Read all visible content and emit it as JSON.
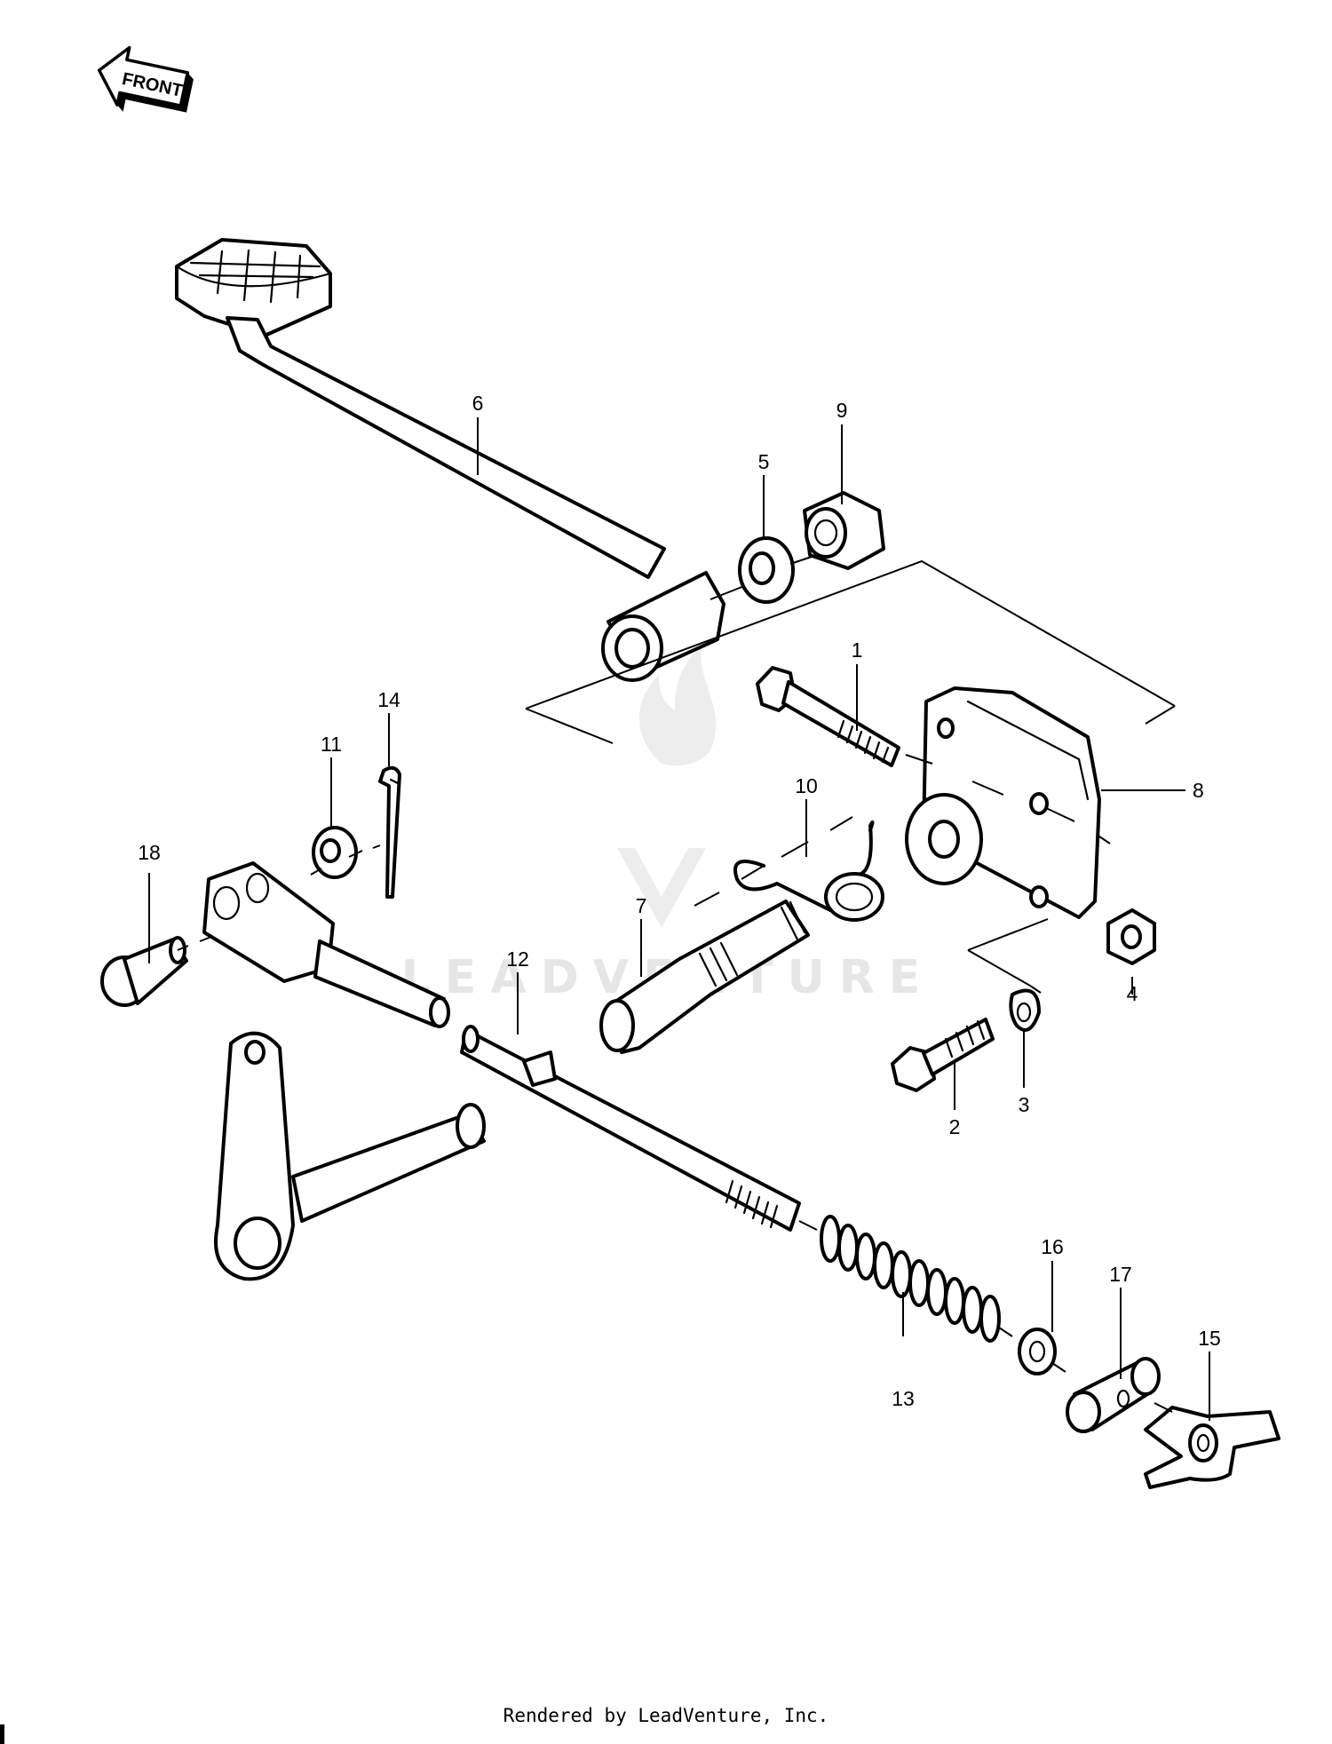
{
  "front_badge": "FRONT",
  "watermark": "LEADVENTURE",
  "footer": "Rendered by LeadVenture, Inc.",
  "callouts": [
    {
      "id": "1",
      "text": "1"
    },
    {
      "id": "2",
      "text": "2"
    },
    {
      "id": "3",
      "text": "3"
    },
    {
      "id": "4",
      "text": "4"
    },
    {
      "id": "5",
      "text": "5"
    },
    {
      "id": "6",
      "text": "6"
    },
    {
      "id": "7",
      "text": "7"
    },
    {
      "id": "8",
      "text": "8"
    },
    {
      "id": "9",
      "text": "9"
    },
    {
      "id": "10",
      "text": "10"
    },
    {
      "id": "11",
      "text": "11"
    },
    {
      "id": "12",
      "text": "12"
    },
    {
      "id": "13",
      "text": "13"
    },
    {
      "id": "14",
      "text": "14"
    },
    {
      "id": "15",
      "text": "15"
    },
    {
      "id": "16",
      "text": "16"
    },
    {
      "id": "17",
      "text": "17"
    },
    {
      "id": "18",
      "text": "18"
    }
  ]
}
